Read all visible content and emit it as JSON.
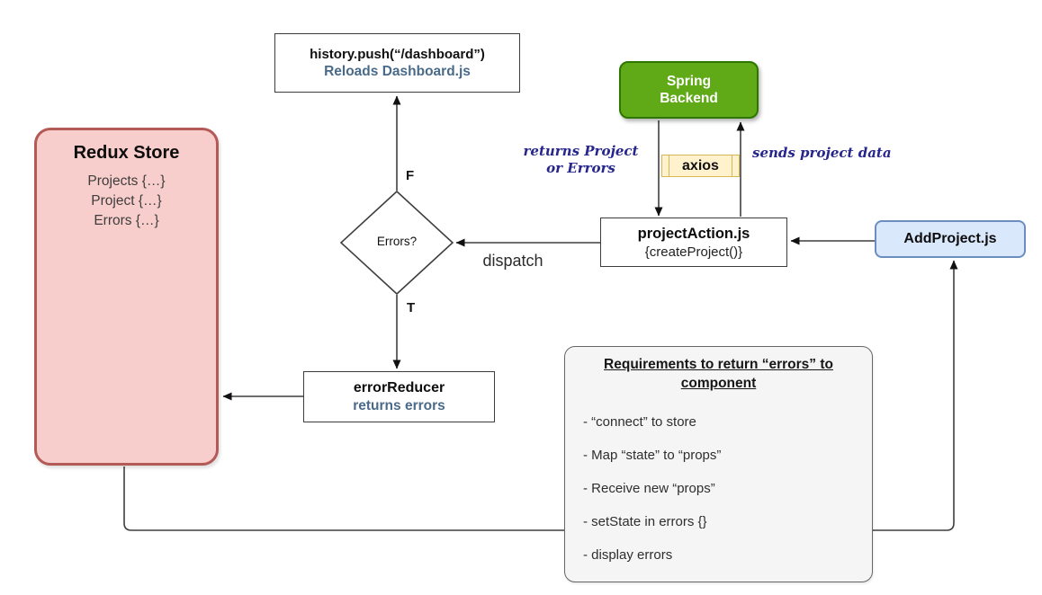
{
  "colors": {
    "redux_fill": "#f8cecc",
    "redux_stroke": "#b35956",
    "green_fill": "#60a917",
    "green_stroke": "#2d7600",
    "blue_fill": "#dae8fc",
    "blue_stroke": "#6c8ebf",
    "yellow_fill": "#fff2cc",
    "yellow_stroke": "#d6b656",
    "note_fill": "#f5f5f5",
    "note_stroke": "#666666",
    "wire": "#3f3f3f",
    "arrowhead": "#111111",
    "slate_blue": "#4a6a8a",
    "italic_blue": "#26268c"
  },
  "history_box": {
    "line1": "history.push(“/dashboard”)",
    "line2": "Reloads Dashboard.js"
  },
  "spring_backend": {
    "line1": "Spring",
    "line2": "Backend"
  },
  "axios_label": "axios",
  "returns_label": {
    "line1": "returns Project",
    "line2": "or Errors"
  },
  "sends_label": "sends project data",
  "project_action": {
    "title": "projectAction.js",
    "subtitle": "{createProject()}"
  },
  "add_project": {
    "title": "AddProject.js"
  },
  "decision": {
    "label": "Errors?",
    "false_label": "F",
    "true_label": "T"
  },
  "dispatch_label": "dispatch",
  "error_reducer": {
    "title": "errorReducer",
    "subtitle": "returns errors"
  },
  "redux_store": {
    "title": "Redux Store",
    "items": [
      "Projects {…}",
      "Project {…}",
      "Errors {…}"
    ]
  },
  "requirements": {
    "title": {
      "line1": "Requirements to return “errors” to",
      "line2": "component"
    },
    "items": [
      "- “connect” to store",
      "- Map “state” to “props”",
      "- Receive new “props”",
      "- setState in errors {}",
      "- display errors"
    ]
  }
}
